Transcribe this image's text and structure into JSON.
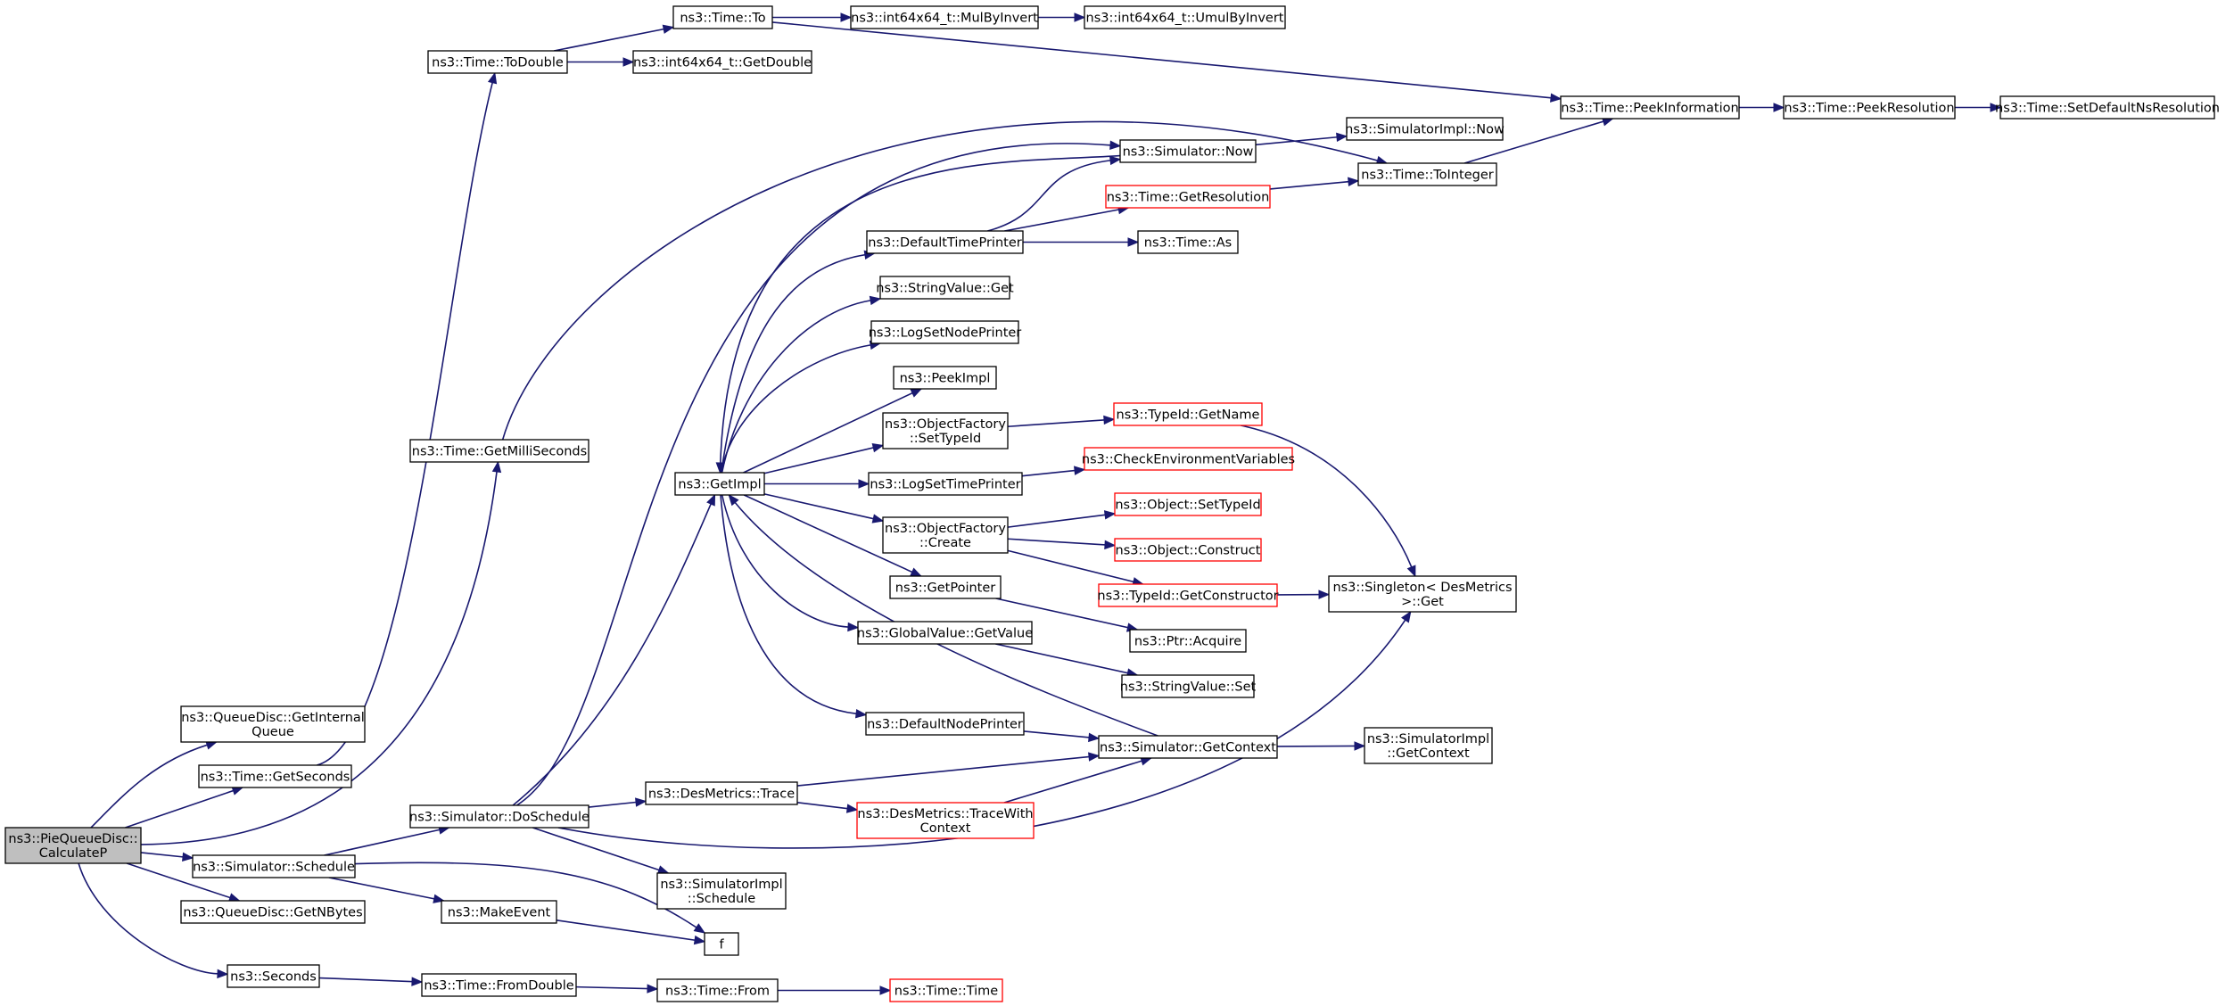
{
  "graph": {
    "nodes": [
      {
        "id": "calculatep",
        "lines": [
          "ns3::PieQueueDisc::",
          "CalculateP"
        ],
        "style": "root"
      },
      {
        "id": "getinternalqueue",
        "lines": [
          "ns3::QueueDisc::GetInternal",
          "Queue"
        ],
        "style": "normal"
      },
      {
        "id": "getseconds",
        "lines": [
          "ns3::Time::GetSeconds"
        ],
        "style": "normal"
      },
      {
        "id": "simulator-schedule",
        "lines": [
          "ns3::Simulator::Schedule"
        ],
        "style": "normal"
      },
      {
        "id": "getnbytes",
        "lines": [
          "ns3::QueueDisc::GetNBytes"
        ],
        "style": "normal"
      },
      {
        "id": "seconds",
        "lines": [
          "ns3::Seconds"
        ],
        "style": "normal"
      },
      {
        "id": "todouble",
        "lines": [
          "ns3::Time::ToDouble"
        ],
        "style": "normal"
      },
      {
        "id": "getmilliseconds",
        "lines": [
          "ns3::Time::GetMilliSeconds"
        ],
        "style": "normal"
      },
      {
        "id": "doschedule",
        "lines": [
          "ns3::Simulator::DoSchedule"
        ],
        "style": "normal"
      },
      {
        "id": "makeevent",
        "lines": [
          "ns3::MakeEvent"
        ],
        "style": "normal"
      },
      {
        "id": "fromdouble",
        "lines": [
          "ns3::Time::FromDouble"
        ],
        "style": "normal"
      },
      {
        "id": "time-to",
        "lines": [
          "ns3::Time::To"
        ],
        "style": "normal"
      },
      {
        "id": "int64-getdouble",
        "lines": [
          "ns3::int64x64_t::GetDouble"
        ],
        "style": "normal"
      },
      {
        "id": "getimpl",
        "lines": [
          "ns3::GetImpl"
        ],
        "style": "normal"
      },
      {
        "id": "desmetrics-trace",
        "lines": [
          "ns3::DesMetrics::Trace"
        ],
        "style": "normal"
      },
      {
        "id": "simimpl-schedule",
        "lines": [
          "ns3::SimulatorImpl",
          "::Schedule"
        ],
        "style": "normal"
      },
      {
        "id": "f",
        "lines": [
          "f"
        ],
        "style": "normal"
      },
      {
        "id": "time-from",
        "lines": [
          "ns3::Time::From"
        ],
        "style": "normal"
      },
      {
        "id": "mulbyinvert",
        "lines": [
          "ns3::int64x64_t::MulByInvert"
        ],
        "style": "normal"
      },
      {
        "id": "defaulttimeprinter",
        "lines": [
          "ns3::DefaultTimePrinter"
        ],
        "style": "normal"
      },
      {
        "id": "stringvalue-get",
        "lines": [
          "ns3::StringValue::Get"
        ],
        "style": "normal"
      },
      {
        "id": "logsetnodeprinter",
        "lines": [
          "ns3::LogSetNodePrinter"
        ],
        "style": "normal"
      },
      {
        "id": "peekimpl",
        "lines": [
          "ns3::PeekImpl"
        ],
        "style": "normal"
      },
      {
        "id": "of-settypeid",
        "lines": [
          "ns3::ObjectFactory",
          "::SetTypeId"
        ],
        "style": "normal"
      },
      {
        "id": "logsettimeprinter",
        "lines": [
          "ns3::LogSetTimePrinter"
        ],
        "style": "normal"
      },
      {
        "id": "of-create",
        "lines": [
          "ns3::ObjectFactory",
          "::Create"
        ],
        "style": "normal"
      },
      {
        "id": "getpointer",
        "lines": [
          "ns3::GetPointer"
        ],
        "style": "normal"
      },
      {
        "id": "globalvalue-getvalue",
        "lines": [
          "ns3::GlobalValue::GetValue"
        ],
        "style": "normal"
      },
      {
        "id": "defaultnodeprinter",
        "lines": [
          "ns3::DefaultNodePrinter"
        ],
        "style": "normal"
      },
      {
        "id": "tracewithcontext",
        "lines": [
          "ns3::DesMetrics::TraceWith",
          "Context"
        ],
        "style": "red"
      },
      {
        "id": "time-time",
        "lines": [
          "ns3::Time::Time"
        ],
        "style": "red"
      },
      {
        "id": "umulbyinvert",
        "lines": [
          "ns3::int64x64_t::UmulByInvert"
        ],
        "style": "normal"
      },
      {
        "id": "simulator-now",
        "lines": [
          "ns3::Simulator::Now"
        ],
        "style": "normal"
      },
      {
        "id": "getresolution",
        "lines": [
          "ns3::Time::GetResolution"
        ],
        "style": "red"
      },
      {
        "id": "time-as",
        "lines": [
          "ns3::Time::As"
        ],
        "style": "normal"
      },
      {
        "id": "typeid-getname",
        "lines": [
          "ns3::TypeId::GetName"
        ],
        "style": "red"
      },
      {
        "id": "checkenv",
        "lines": [
          "ns3::CheckEnvironmentVariables"
        ],
        "style": "red"
      },
      {
        "id": "object-settypeid",
        "lines": [
          "ns3::Object::SetTypeId"
        ],
        "style": "red"
      },
      {
        "id": "object-construct",
        "lines": [
          "ns3::Object::Construct"
        ],
        "style": "red"
      },
      {
        "id": "typeid-getconstructor",
        "lines": [
          "ns3::TypeId::GetConstructor"
        ],
        "style": "red"
      },
      {
        "id": "ptr-acquire",
        "lines": [
          "ns3::Ptr::Acquire"
        ],
        "style": "normal"
      },
      {
        "id": "stringvalue-set",
        "lines": [
          "ns3::StringValue::Set"
        ],
        "style": "normal"
      },
      {
        "id": "simulator-getcontext",
        "lines": [
          "ns3::Simulator::GetContext"
        ],
        "style": "normal"
      },
      {
        "id": "peekinformation",
        "lines": [
          "ns3::Time::PeekInformation"
        ],
        "style": "normal"
      },
      {
        "id": "simimpl-now",
        "lines": [
          "ns3::SimulatorImpl::Now"
        ],
        "style": "normal"
      },
      {
        "id": "tointeger",
        "lines": [
          "ns3::Time::ToInteger"
        ],
        "style": "normal"
      },
      {
        "id": "singleton-get",
        "lines": [
          "ns3::Singleton< DesMetrics",
          ">::Get"
        ],
        "style": "normal"
      },
      {
        "id": "simimpl-getcontext",
        "lines": [
          "ns3::SimulatorImpl",
          "::GetContext"
        ],
        "style": "normal"
      },
      {
        "id": "peekresolution",
        "lines": [
          "ns3::Time::PeekResolution"
        ],
        "style": "normal"
      },
      {
        "id": "setdefaultnsresolution",
        "lines": [
          "ns3::Time::SetDefaultNsResolution"
        ],
        "style": "normal"
      }
    ],
    "edges": [
      [
        "calculatep",
        "getinternalqueue"
      ],
      [
        "calculatep",
        "getseconds"
      ],
      [
        "calculatep",
        "getmilliseconds"
      ],
      [
        "calculatep",
        "simulator-schedule"
      ],
      [
        "calculatep",
        "getnbytes"
      ],
      [
        "calculatep",
        "seconds"
      ],
      [
        "getseconds",
        "todouble"
      ],
      [
        "todouble",
        "time-to"
      ],
      [
        "todouble",
        "int64-getdouble"
      ],
      [
        "time-to",
        "mulbyinvert"
      ],
      [
        "time-to",
        "peekinformation"
      ],
      [
        "mulbyinvert",
        "umulbyinvert"
      ],
      [
        "getmilliseconds",
        "tointeger"
      ],
      [
        "simulator-schedule",
        "doschedule"
      ],
      [
        "simulator-schedule",
        "makeevent"
      ],
      [
        "simulator-schedule",
        "f"
      ],
      [
        "makeevent",
        "f"
      ],
      [
        "doschedule",
        "simulator-now"
      ],
      [
        "doschedule",
        "getimpl"
      ],
      [
        "doschedule",
        "desmetrics-trace"
      ],
      [
        "doschedule",
        "simimpl-schedule"
      ],
      [
        "doschedule",
        "singleton-get"
      ],
      [
        "seconds",
        "fromdouble"
      ],
      [
        "fromdouble",
        "time-from"
      ],
      [
        "time-from",
        "time-time"
      ],
      [
        "getimpl",
        "defaulttimeprinter"
      ],
      [
        "getimpl",
        "stringvalue-get"
      ],
      [
        "getimpl",
        "logsetnodeprinter"
      ],
      [
        "getimpl",
        "peekimpl"
      ],
      [
        "getimpl",
        "of-settypeid"
      ],
      [
        "getimpl",
        "logsettimeprinter"
      ],
      [
        "getimpl",
        "of-create"
      ],
      [
        "getimpl",
        "getpointer"
      ],
      [
        "getimpl",
        "globalvalue-getvalue"
      ],
      [
        "getimpl",
        "defaultnodeprinter"
      ],
      [
        "simulator-now",
        "getimpl"
      ],
      [
        "simulator-now",
        "simimpl-now"
      ],
      [
        "simulator-getcontext",
        "getimpl"
      ],
      [
        "simulator-getcontext",
        "simimpl-getcontext"
      ],
      [
        "defaulttimeprinter",
        "simulator-now"
      ],
      [
        "defaulttimeprinter",
        "getresolution"
      ],
      [
        "defaulttimeprinter",
        "time-as"
      ],
      [
        "getresolution",
        "tointeger"
      ],
      [
        "tointeger",
        "peekinformation"
      ],
      [
        "peekinformation",
        "peekresolution"
      ],
      [
        "peekresolution",
        "setdefaultnsresolution"
      ],
      [
        "of-settypeid",
        "typeid-getname"
      ],
      [
        "typeid-getname",
        "singleton-get"
      ],
      [
        "logsettimeprinter",
        "checkenv"
      ],
      [
        "of-create",
        "object-settypeid"
      ],
      [
        "of-create",
        "object-construct"
      ],
      [
        "of-create",
        "typeid-getconstructor"
      ],
      [
        "typeid-getconstructor",
        "singleton-get"
      ],
      [
        "getpointer",
        "ptr-acquire"
      ],
      [
        "globalvalue-getvalue",
        "stringvalue-set"
      ],
      [
        "defaultnodeprinter",
        "simulator-getcontext"
      ],
      [
        "desmetrics-trace",
        "simulator-getcontext"
      ],
      [
        "desmetrics-trace",
        "tracewithcontext"
      ],
      [
        "tracewithcontext",
        "simulator-getcontext"
      ]
    ]
  },
  "colors": {
    "edge": "#191970",
    "root_fill": "#bfbfbf",
    "node_border": "#000000",
    "red_border": "#ff0000",
    "background": "#ffffff"
  }
}
